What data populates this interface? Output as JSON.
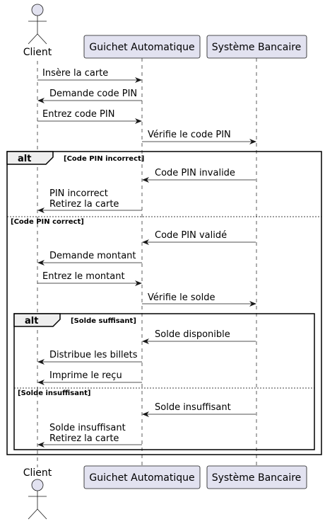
{
  "participants": {
    "client": "Client",
    "guichet": "Guichet Automatique",
    "systeme": "Système Bancaire"
  },
  "messages": {
    "m1": "Insère la carte",
    "m2": "Demande code PIN",
    "m3": "Entrez code PIN",
    "m4": "Vérifie le code PIN",
    "m5": "Code PIN invalide",
    "m6a": "PIN incorrect",
    "m6b": "Retirez la carte",
    "m7": "Code PIN validé",
    "m8": "Demande montant",
    "m9": "Entrez le montant",
    "m10": "Vérifie le solde",
    "m11": "Solde disponible",
    "m12": "Distribue les billets",
    "m13": "Imprime le reçu",
    "m14": "Solde insuffisant",
    "m15a": "Solde insuffisant",
    "m15b": "Retirez la carte"
  },
  "fragments": {
    "outer_keyword": "alt",
    "outer_guard1": "[Code PIN incorrect]",
    "outer_guard2": "[Code PIN correct]",
    "inner_keyword": "alt",
    "inner_guard1": "[Solde suffisant]",
    "inner_guard2": "[Solde insuffisant]"
  },
  "colors": {
    "participant_fill": "#E2E2F0",
    "participant_stroke": "#181818",
    "lifeline": "#181818",
    "fragment_header_fill": "#EEEEEE"
  }
}
